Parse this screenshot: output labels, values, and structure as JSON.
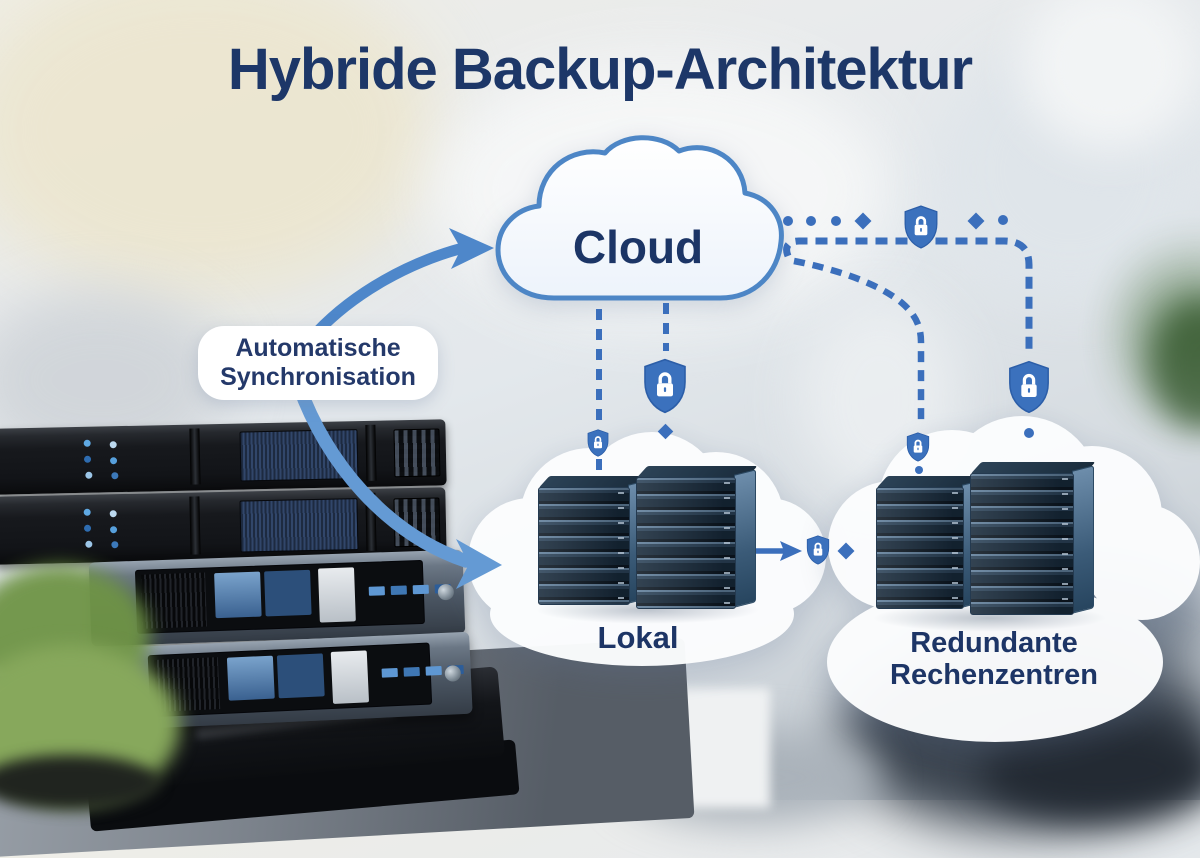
{
  "title": "Hybride Backup-Architektur",
  "colors": {
    "navy": "#1d3768",
    "arrow_blue": "#4e87ca",
    "arrow_light_blue": "#649ad4",
    "shield_blue": "#3b71bd",
    "dash_blue": "#3b6fbc",
    "cloud_stroke": "#4d86c6"
  },
  "diagram": {
    "cloud": {
      "label": "Cloud"
    },
    "sync_label": {
      "line1": "Automatische",
      "line2": "Synchronisation"
    },
    "local": {
      "label": "Lokal"
    },
    "redundant": {
      "line1": "Redundante",
      "line2": "Rechenzentren"
    }
  },
  "icons": {
    "shield_lock": "shield-lock",
    "curved_arrow": "curved-arrow",
    "right_arrow": "right-arrow",
    "circle_dot": "circle-dot",
    "diamond_dot": "diamond-dot"
  }
}
